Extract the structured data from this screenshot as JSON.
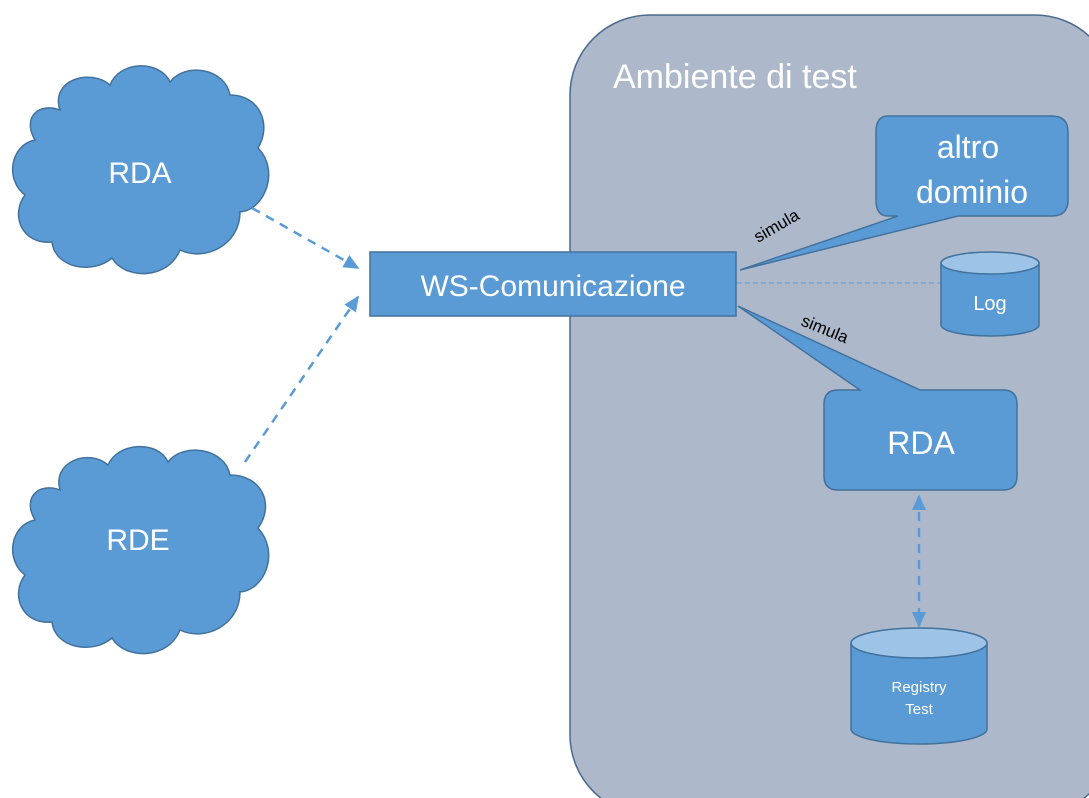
{
  "environment": {
    "title": "Ambiente di test"
  },
  "external": {
    "rda_cloud": "RDA",
    "rde_cloud": "RDE"
  },
  "gateway": {
    "label": "WS-Comunicazione"
  },
  "targets": {
    "other_domain_line1": "altro",
    "other_domain_line2": "dominio",
    "rda_box": "RDA",
    "log_db": "Log",
    "registry_line1": "Registry",
    "registry_line2": "Test"
  },
  "connectors": {
    "simulates_other_domain": "simula",
    "simulates_rda": "simula"
  },
  "colors": {
    "environment_fill": "#adb9ca",
    "environment_stroke": "#4a6a8f",
    "node_fill": "#5b9bd5",
    "node_stroke": "#41719c",
    "db_top": "#9dc3e6"
  }
}
